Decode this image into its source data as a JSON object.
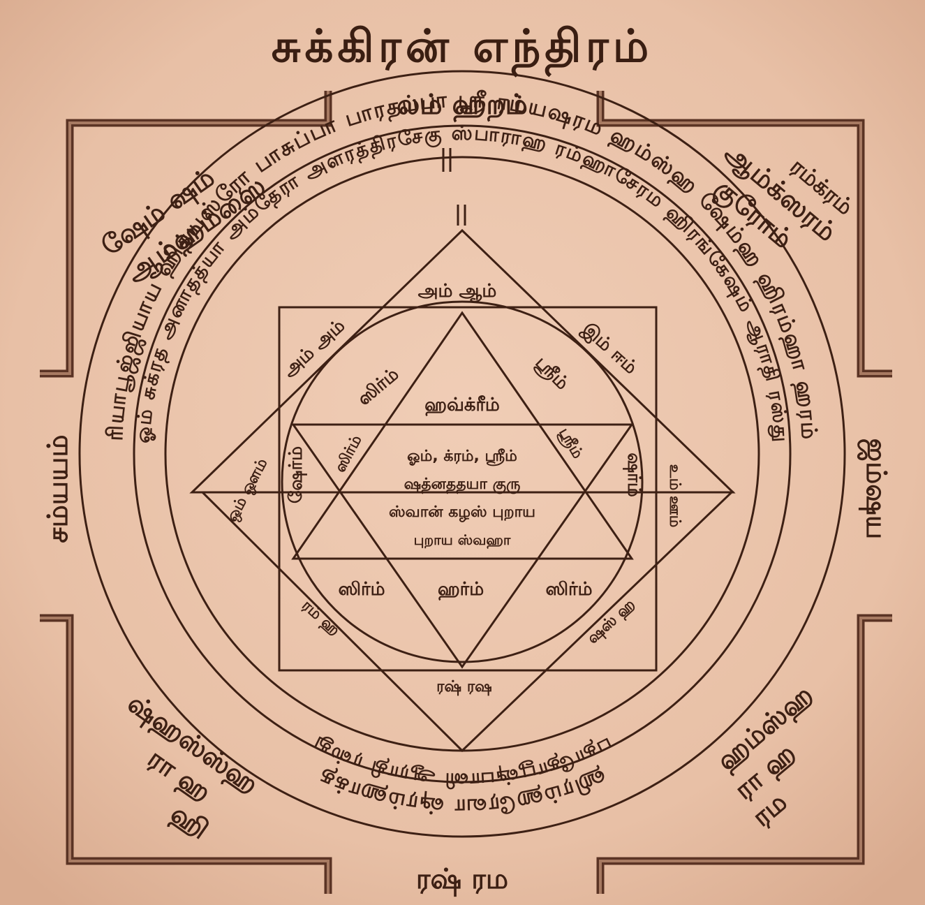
{
  "title": "சுக்கிரன் எந்திரம்",
  "edges": {
    "top": "லம் ஹறம்",
    "left": "சம்யயம்",
    "right": "ஜம்ஷய",
    "bottom": "ரஷ் ரம"
  },
  "corners": {
    "top_left": [
      "ஷேம் ஷம்",
      "ஆம்ஹம்ஸை"
    ],
    "top_right": [
      "ரம்க்ரம்",
      "ஆம்க்ஸரம்",
      "குரோம்"
    ],
    "bottom_left": [
      "ஷ்ஹஸ்ஸ்ஹ",
      "ரா ஹ",
      "ஹி"
    ],
    "bottom_right": [
      "ஹம்ஸ்ஹ",
      "ரா ஹ",
      "ரம"
    ]
  },
  "outer_ring": "|| ஓம் தைரியாபூஜ்ஜியாய ஹித்யஸ்ரோ பாசுப்பா பாரதப்பா ஸ்ரீ ரம்யஷரம ஹம்ஸ்ஹ ஷேம்ஹ ஹிரம்ஹா ஹரம் ஹம்ஹ ||",
  "inner_ring": "|| ஓம் சுக்ரத அனாதத்யா அம்தேரா அளரத்திரசேகு ஸ்பாராஹ ரம்ஹாசேரம ஹிரங்கேஷம் ஆராதி ரஸ்து ||",
  "ring_left": "பதாதோபூஷ்பானி ஆராதி ரஸ்து",
  "ring_left_lower": "ஹிரம்ஹரேவா ஷ்ரம்ஹாக்த",
  "hexagram_tips": {
    "top": "அம் ஆம்",
    "upper_left": "அம் அம்",
    "upper_right": "இம் ஈம்",
    "left": "ஒம் ஔம்",
    "right": "உம் ஊம்",
    "lower_left": "ரம் ஹ",
    "lower_right": "ஷஸ் ஹ",
    "bottom": "ரஷ் ரஷ"
  },
  "inner_zones": {
    "upper_left": "ஸிர்ம்",
    "upper_right": "ஸ்ரீம்",
    "top_center": "ஹவ்க்ரீம்",
    "mid_left": "ஷேர்ம்",
    "mid_right": "ஷர்ம்",
    "left_small": "ஸிர்ம்",
    "right_small": "ஸ்ரீம்",
    "lower_left": "ஸிர்ம்",
    "lower_center": "ஹர்ம்",
    "lower_right": "ஸிர்ம்"
  },
  "center_lines": [
    "ஓம், க்ரம், ஸ்ரீம்",
    "ஷத்னததயா குரு",
    "ஸ்வான் கழஸ் புறாய",
    "புறாய ஸ்வஹா"
  ]
}
